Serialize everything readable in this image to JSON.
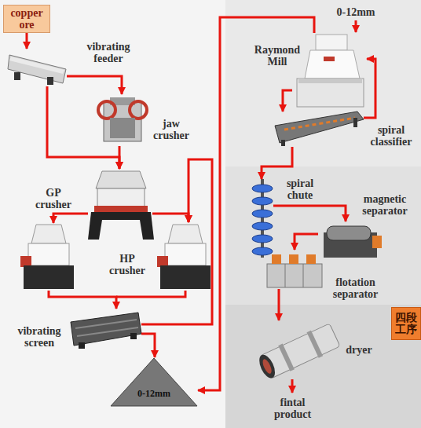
{
  "diagram": {
    "nodes": [
      {
        "text": [
          "copper ore"
        ]
      },
      {
        "text": [
          "vibrating feeder"
        ]
      },
      {
        "text": [
          "jaw crusher"
        ]
      },
      {
        "text": [
          "GP crusher"
        ]
      },
      {
        "text": [
          "HP crusher"
        ]
      },
      {
        "text": [
          "vibrating screen"
        ]
      },
      {
        "text": [
          "0-12mm"
        ]
      },
      {
        "text": [
          "Raymond Mill"
        ]
      },
      {
        "text": [
          "spiral classifier"
        ]
      },
      {
        "text": [
          "spiral chute"
        ]
      },
      {
        "text": [
          "magnetic separator"
        ]
      },
      {
        "text": [
          "flotation separator"
        ]
      },
      {
        "text": [
          "四段 工序"
        ]
      },
      {
        "text": [
          "dryer"
        ]
      },
      {
        "text": [
          "fintal product"
        ]
      }
    ],
    "edges": [
      {
        "from": 0,
        "to": 1,
        "arrow": "to"
      },
      {
        "from": 1,
        "to": 2,
        "arrow": "to"
      },
      {
        "from": 1,
        "to": 3,
        "arrow": "to"
      },
      {
        "from": 2,
        "to": 3,
        "arrow": "to"
      },
      {
        "from": 3,
        "to": 4,
        "arrow": "to"
      },
      {
        "from": 4,
        "to": 5,
        "arrow": "to"
      },
      {
        "from": 5,
        "to": 6,
        "arrow": "to"
      },
      {
        "from": 7,
        "to": 6,
        "arrow": "to"
      },
      {
        "from": 7,
        "to": 8,
        "arrow": "to"
      },
      {
        "from": 8,
        "to": 7,
        "arrow": "to"
      },
      {
        "from": 8,
        "to": 9,
        "arrow": "to"
      },
      {
        "from": 9,
        "to": 10,
        "arrow": "to"
      },
      {
        "from": 10,
        "to": 11,
        "arrow": "to"
      },
      {
        "from": 11,
        "to": 13,
        "arrow": "to"
      },
      {
        "from": 13,
        "to": 14,
        "arrow": "to"
      }
    ],
    "labels": [
      "0-12mm"
    ]
  }
}
